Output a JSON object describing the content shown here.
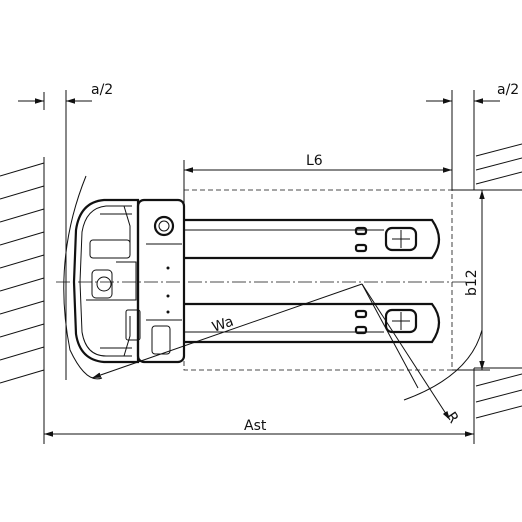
{
  "labels": {
    "a_half_left": "a/2",
    "a_half_right": "a/2",
    "l6": "L6",
    "b12": "b12",
    "wa": "Wa",
    "r": "R",
    "ast": "Ast"
  }
}
